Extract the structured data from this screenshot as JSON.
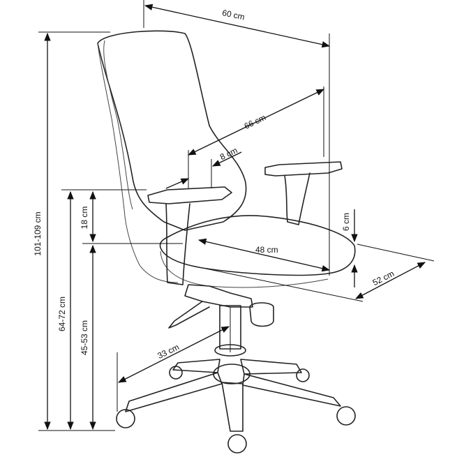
{
  "dimensions": {
    "total_width": "60 cm",
    "diagonal_depth": "66 cm",
    "armrest_width": "8 cm",
    "total_height": "101-109 cm",
    "armrest_height": "64-72 cm",
    "seat_height": "45-53 cm",
    "armrest_above_seat": "18 cm",
    "seat_depth": "48 cm",
    "seat_width": "52 cm",
    "seat_adjust": "6 cm",
    "base_radius": "33 cm"
  },
  "colors": {
    "line": "#111111",
    "chair_stroke": "#222222",
    "background": "#ffffff"
  }
}
